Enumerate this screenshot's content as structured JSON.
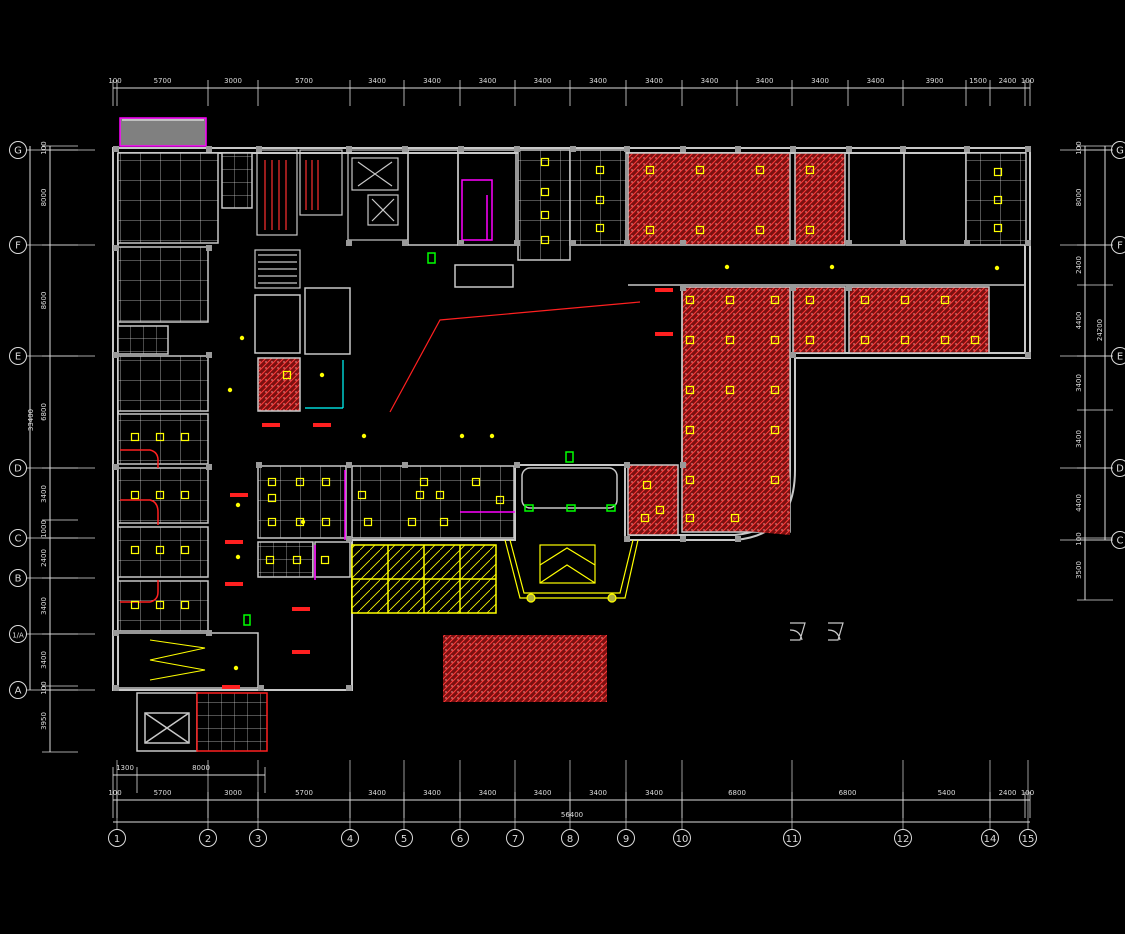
{
  "dims_top": [
    "100",
    "5700",
    "3000",
    "5700",
    "3400",
    "3400",
    "3400",
    "3400",
    "3400",
    "3400",
    "3400",
    "3400",
    "3400",
    "3400",
    "3900",
    "1500",
    "2400",
    "100"
  ],
  "dims_bottom_1": [
    "1300",
    "8000"
  ],
  "dims_bottom_2": [
    "100",
    "5700",
    "3000",
    "5700",
    "3400",
    "3400",
    "3400",
    "3400",
    "3400",
    "3400",
    "6800",
    "6800",
    "5400",
    "2400",
    "100"
  ],
  "total_width": "56400",
  "axes_columns": [
    "1",
    "2",
    "3",
    "4",
    "5",
    "6",
    "7",
    "8",
    "9",
    "10",
    "11",
    "12",
    "14",
    "15"
  ],
  "axes_rows_left": [
    "G",
    "F",
    "E",
    "D",
    "C",
    "B",
    "1/A",
    "A"
  ],
  "axes_rows_right": [
    "G",
    "F",
    "E",
    "D",
    "C"
  ],
  "dims_left": [
    "100",
    "8000",
    "8600",
    "6800",
    "3400",
    "1000",
    "2400",
    "3400",
    "3400",
    "100",
    "3950"
  ],
  "total_left": "33400",
  "dims_right": [
    "100",
    "8000",
    "2400",
    "4400",
    "3400",
    "3400",
    "4400",
    "100",
    "3500"
  ],
  "total_right": "24200",
  "colors": {
    "background": "#000000",
    "wall": "#c8c8c8",
    "dimension": "#ffffff",
    "ceiling_grid": "#d0d0d0",
    "fixture": "#ffff00",
    "hatch": "#ff3030",
    "accent_magenta": "#ff00ff",
    "accent_green": "#00ff00",
    "accent_cyan": "#00ffff"
  }
}
